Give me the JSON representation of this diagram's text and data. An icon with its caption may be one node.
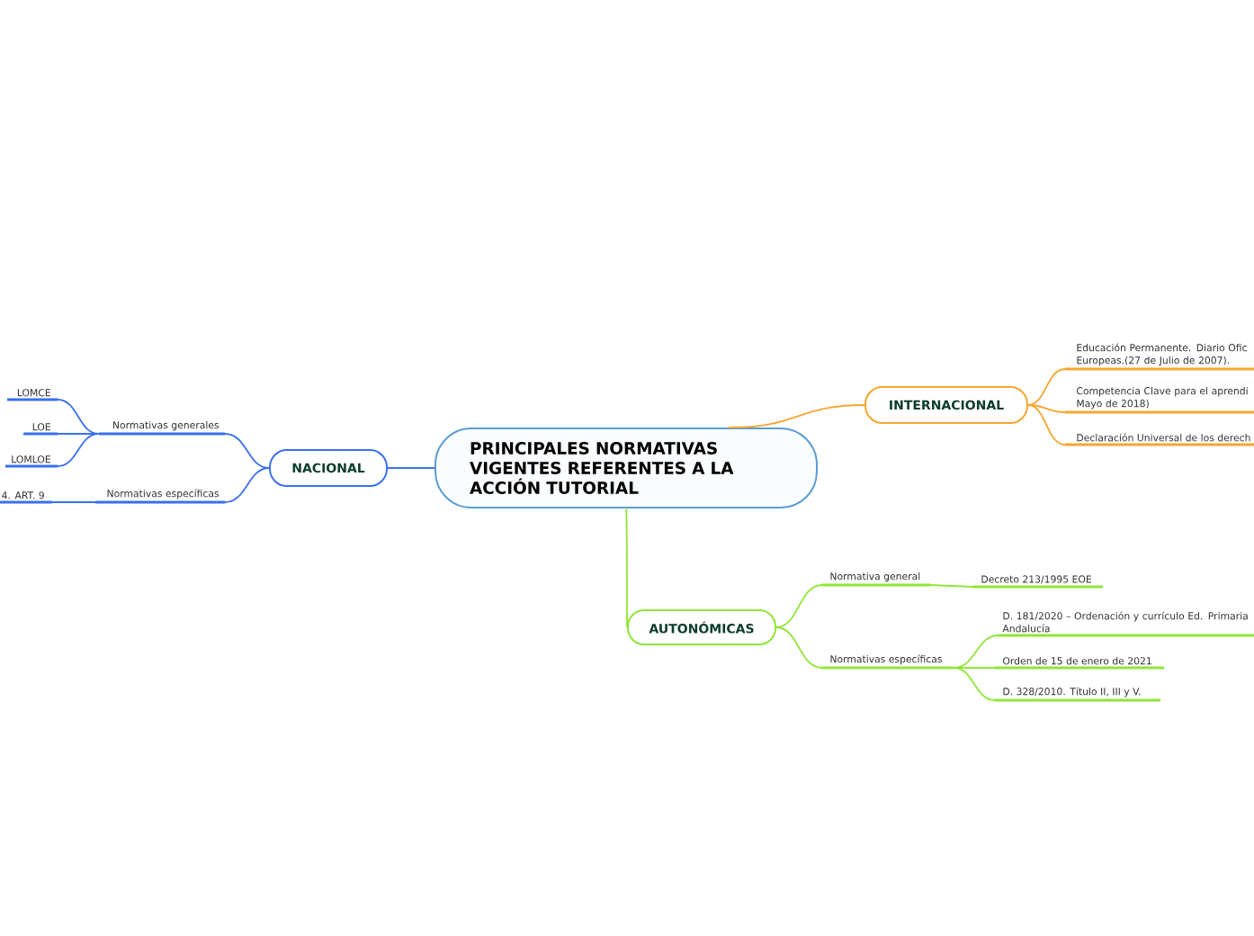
{
  "diagram": {
    "nodes": [
      {
        "text": [
          "PRINCIPALES NORMATIVAS VIGENTES REFERENTES A LA ACCIÓN TUTORIAL"
        ]
      },
      {
        "text": [
          "NACIONAL"
        ]
      },
      {
        "text": [
          "Normativas generales"
        ]
      },
      {
        "text": [
          "LOMCE"
        ]
      },
      {
        "text": [
          "LOE"
        ]
      },
      {
        "text": [
          "LOMLOE"
        ]
      },
      {
        "text": [
          "Normativas específicas"
        ]
      },
      {
        "text": [
          "4. ART. 9"
        ]
      },
      {
        "text": [
          "INTERNACIONAL"
        ]
      },
      {
        "text": [
          "Educación Permanente. Diario Ofic Europeas.(27 de Julio de 2007)."
        ]
      },
      {
        "text": [
          "Competencia Clave para el aprendi Mayo de 2018)"
        ]
      },
      {
        "text": [
          "Declaración Universal de los derech"
        ]
      },
      {
        "text": [
          "AUTONÓMICAS"
        ]
      },
      {
        "text": [
          "Normativa general"
        ]
      },
      {
        "text": [
          "Decreto 213/1995 EOE"
        ]
      },
      {
        "text": [
          "Normativas específicas"
        ]
      },
      {
        "text": [
          "D. 181/2020 – Ordenación y currículo Ed. Primaria Andalucía"
        ]
      },
      {
        "text": [
          "Orden de 15 de enero de 2021"
        ]
      },
      {
        "text": [
          "D. 328/2010. Título II, III y V."
        ]
      }
    ],
    "edges": [
      {
        "from": 0,
        "to": 1,
        "arrow": "none",
        "color": "#3a6ff0"
      },
      {
        "from": 1,
        "to": 2,
        "arrow": "none",
        "color": "#3a6ff0"
      },
      {
        "from": 2,
        "to": 3,
        "arrow": "none",
        "color": "#3a6ff0"
      },
      {
        "from": 2,
        "to": 4,
        "arrow": "none",
        "color": "#3a6ff0"
      },
      {
        "from": 2,
        "to": 5,
        "arrow": "none",
        "color": "#3a6ff0"
      },
      {
        "from": 1,
        "to": 6,
        "arrow": "none",
        "color": "#3a6ff0"
      },
      {
        "from": 6,
        "to": 7,
        "arrow": "none",
        "color": "#3a6ff0"
      },
      {
        "from": 0,
        "to": 8,
        "arrow": "none",
        "color": "#f6a630"
      },
      {
        "from": 8,
        "to": 9,
        "arrow": "none",
        "color": "#f6a630"
      },
      {
        "from": 8,
        "to": 10,
        "arrow": "none",
        "color": "#f6a630"
      },
      {
        "from": 8,
        "to": 11,
        "arrow": "none",
        "color": "#f6a630"
      },
      {
        "from": 0,
        "to": 12,
        "arrow": "none",
        "color": "#8fe637"
      },
      {
        "from": 12,
        "to": 13,
        "arrow": "none",
        "color": "#8fe637"
      },
      {
        "from": 13,
        "to": 14,
        "arrow": "none",
        "color": "#8fe637"
      },
      {
        "from": 12,
        "to": 15,
        "arrow": "none",
        "color": "#8fe637"
      },
      {
        "from": 15,
        "to": 16,
        "arrow": "none",
        "color": "#8fe637"
      },
      {
        "from": 15,
        "to": 17,
        "arrow": "none",
        "color": "#8fe637"
      },
      {
        "from": 15,
        "to": 18,
        "arrow": "none",
        "color": "#8fe637"
      }
    ]
  }
}
